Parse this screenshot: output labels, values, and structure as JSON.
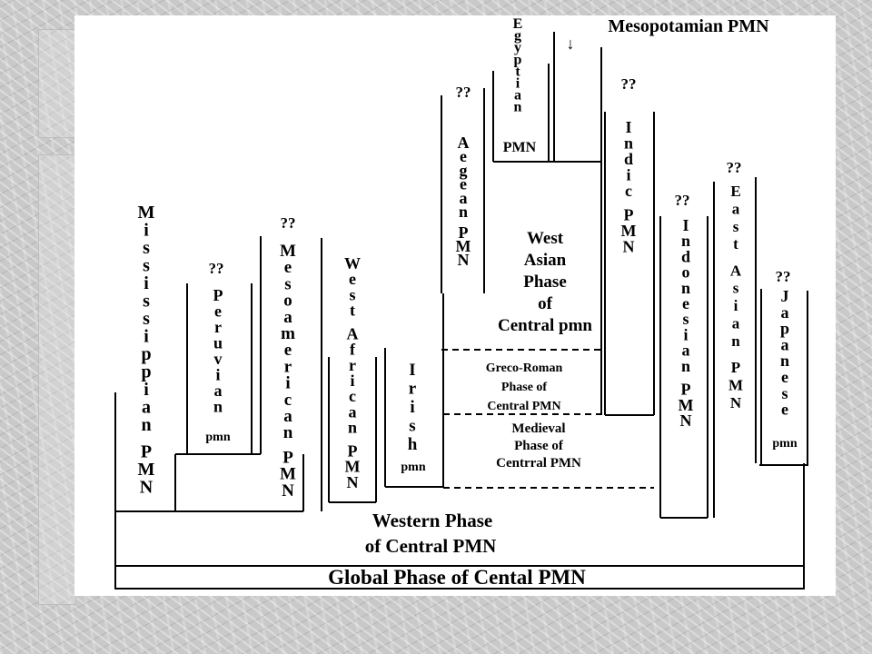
{
  "diagram": {
    "global_label": "Global Phase of Cental PMN",
    "western_line1": "Western Phase",
    "western_line2": "of Central PMN",
    "mississippian": "Mississippian PMN",
    "peruvian_q": "??",
    "peruvian": "Peruvian",
    "peruvian_suffix": "pmn",
    "mesoamerican_q": "??",
    "mesoamerican": "Mesoamerican PMN",
    "west_african": "West African PMN",
    "irish": "Irish",
    "irish_suffix": "pmn",
    "aegean_q": "??",
    "aegean": "Aegean PMN",
    "egyptian": "Egyptian",
    "egyptian_suffix": "PMN",
    "mesopotamian": "Mesopotamian PMN",
    "arrow": "↓",
    "west_asian": [
      "West",
      "Asian",
      "Phase",
      "of",
      "Central pmn"
    ],
    "greco_roman": [
      "Greco-Roman",
      "Phase of",
      "Central PMN"
    ],
    "medieval": [
      "Medieval",
      "Phase of",
      "Centrral PMN"
    ],
    "indic_q": "??",
    "indic": "Indic PMN",
    "indonesian_q": "??",
    "indonesian": "Indonesian PMN",
    "east_asian_q": "??",
    "east_asian": "East Asian PMN",
    "japanese_q": "??",
    "japanese": "Japanese",
    "japanese_suffix": "pmn"
  }
}
